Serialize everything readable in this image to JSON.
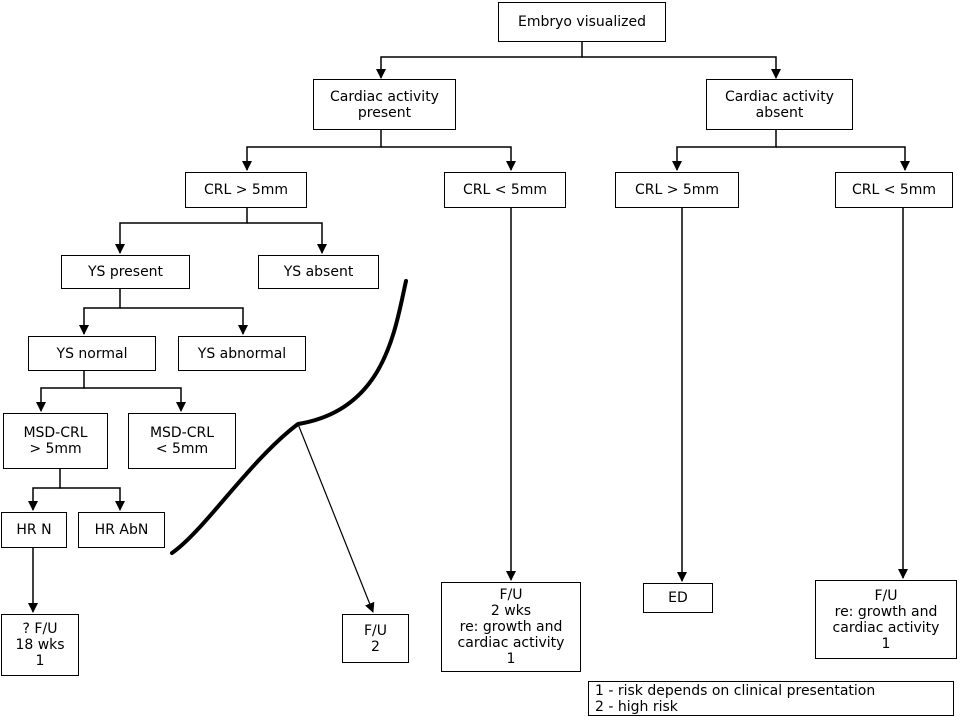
{
  "nodes": {
    "embryo": [
      "Embryo visualized"
    ],
    "cardiac_present": [
      "Cardiac activity",
      "present"
    ],
    "cardiac_absent": [
      "Cardiac activity",
      "absent"
    ],
    "crl_gt_left": [
      "CRL > 5mm"
    ],
    "crl_lt_left": [
      "CRL < 5mm"
    ],
    "crl_gt_right": [
      "CRL > 5mm"
    ],
    "crl_lt_right": [
      "CRL < 5mm"
    ],
    "ys_present": [
      "YS present"
    ],
    "ys_absent": [
      "YS absent"
    ],
    "ys_normal": [
      "YS normal"
    ],
    "ys_abnormal": [
      "YS abnormal"
    ],
    "msd_gt": [
      "MSD-CRL",
      "> 5mm"
    ],
    "msd_lt": [
      "MSD-CRL",
      "< 5mm"
    ],
    "hr_n": [
      "HR N"
    ],
    "hr_abn": [
      "HR AbN"
    ],
    "fu_18": [
      "? F/U",
      "18 wks",
      "1"
    ],
    "fu_2": [
      "F/U",
      "2"
    ],
    "fu_2wks": [
      "F/U",
      "2 wks",
      "re: growth and",
      "cardiac activity",
      "1"
    ],
    "ed": [
      "ED"
    ],
    "fu_right": [
      "F/U",
      "re: growth and",
      "cardiac activity",
      "1"
    ]
  },
  "legend": {
    "line1": "1 - risk depends on clinical presentation",
    "line2": "2 - high risk"
  },
  "colors": {
    "line": "#000000",
    "box_fill": "#ffffff",
    "background": "#ffffff"
  }
}
